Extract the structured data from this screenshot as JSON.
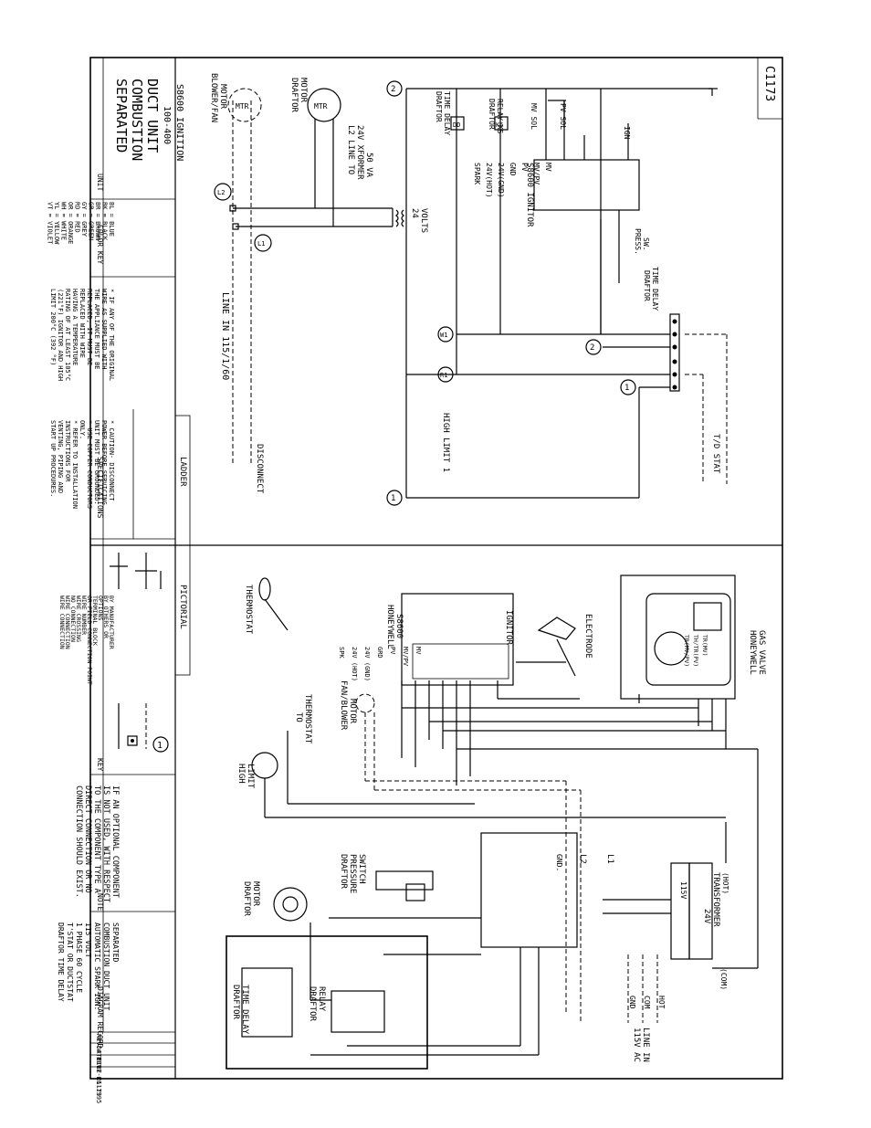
{
  "title_block": {
    "unit_title": [
      "SEPARATED",
      "COMBUSTION",
      "DUCT UNIT"
    ],
    "unit_models": "100-400",
    "unit_ignition": "S8600 IGNITION",
    "unit_label": "UNIT",
    "drawing_number": "C1173"
  },
  "color_key": {
    "label": "COLOR KEY",
    "entries": [
      "BL = BLUE",
      "BK = BLACK",
      "BR = BROWN",
      "GR = GREEN",
      "GY = GREY",
      "RD = RED",
      "OR = ORANGE",
      "WH = WHITE",
      "YL = YELLOW",
      "VT = VIOLET"
    ]
  },
  "specifications": {
    "label": "SPECIFICATIONS",
    "left_notes": [
      "* CAUTION- DISCONNECT",
      "  POWER BEFORE SERVICING",
      "  UNIT MUST BE GROUNDED.",
      "* USE COPPER CONDUCTORS",
      "  ONLY.",
      "* REFER TO INSTALLATION",
      "  INSTRUCTIONS FOR",
      "  VENTING, PIPING AND",
      "  START UP PROCEDURES."
    ],
    "right_notes": [
      "* IF ANY OF THE ORIGINAL",
      "  WIRE AS SUPPLIED WITH",
      "  THE APPLIANCE MUST BE",
      "  REPLACED, IT MUST BE",
      "  REPLACED WITH WIRE",
      "  HAVING A TEMPERATURE",
      "  RATING OF AT LEAST 105°C",
      "  (221°F) IGNITOR AND HIGH",
      "  LIMIT 200°C (392 °F)"
    ]
  },
  "key": {
    "label": "KEY",
    "entries": [
      "BY MANUFACTURER",
      "BY OTHERS OR",
      "OPTIONS",
      "TERMINAL BLOCK",
      "OR FIELD CONNECTION POINT",
      "WIRE NUMBER",
      "WIRE CROSSING",
      "NO CONNECTION",
      "WIRE CONNECTION",
      "WIRE CONNECTION"
    ]
  },
  "note": {
    "label": "NOTE",
    "lines": [
      "IF AN OPTIONAL COMPONENT",
      "IS NOT USED, WITH RESPECT",
      "TO THE COMPONENT TYPE A",
      "DIRECT CONNECTION OR NO",
      "CONNECTION SHOULD EXIST."
    ]
  },
  "diagram_record": {
    "label": "DIAGRAM RECORD",
    "lines": [
      "SEPARATED",
      "COMBUSTION DUCT UNIT",
      "AUTOMATIC SPARK IGN.",
      "115 VOLT",
      "1 PHASE 60 CYCLE",
      "T'STAT OR DUCTSTAT",
      "DRAFTOR TIME DELAY"
    ],
    "rev": "REV.#   REV. 0",
    "date": "DATE  07-26-1995",
    "file": "FILE     C1173"
  },
  "ladder": {
    "label": "LADDER",
    "line_in": "LINE IN 115/1/60",
    "disconnect": "DISCONNECT",
    "blower_motor": [
      "BLOWER/FAN",
      "MOTOR"
    ],
    "draftor_motor": [
      "DRAFTOR",
      "MOTOR"
    ],
    "mtr": "MTR",
    "xformer": [
      "L2  LINE TO",
      "24V XFORMER",
      "50 VA"
    ],
    "volts": [
      "24",
      "VOLTS"
    ],
    "time_delay": [
      "DRAFTOR",
      "TIME DELAY"
    ],
    "relay": [
      "DRAFTOR",
      "RELAY K5"
    ],
    "ignitor": "S8600 IGNITOR",
    "ignitor_terms": [
      "MV",
      "MV/PV",
      "PV",
      "GND",
      "24V(GND)",
      "24V(HOT)",
      "SPARK"
    ],
    "mv_sol": "MV SOL",
    "pv_sol": "PV SOL",
    "ign": "IGN",
    "press_sw": [
      "PRESS.",
      "SW."
    ],
    "draftor_td": [
      "DRAFTOR",
      "TIME DELAY"
    ],
    "high_limit": "HIGH LIMIT 1",
    "td_stat": "T/D STAT",
    "wire_numbers": [
      "1",
      "2",
      "L1",
      "L2",
      "R1",
      "W1"
    ]
  },
  "pictorial": {
    "label": "PICTORIAL",
    "thermostat": "THERMOSTAT",
    "to_thermostat": [
      "TO",
      "THERMOSTAT"
    ],
    "fan_motor": [
      "FAN/BLOWER",
      "MOTOR"
    ],
    "high_limit": [
      "HIGH",
      "LIMIT"
    ],
    "honeywell_s8600": [
      "HONEYWELL",
      "S8600"
    ],
    "s8600_terms": [
      "MV",
      "MV/PV",
      "PV",
      "GRD",
      "24V (GND)",
      "24V (HOT)",
      "SPK"
    ],
    "ignitor": "IGNITOR",
    "electrode": "ELECTRODE",
    "gas_valve": [
      "HONEYWELL",
      "GAS VALVE"
    ],
    "gas_valve_terms": [
      "TR(MV)",
      "TH/TR(PV)",
      "TR(MV/PV)"
    ],
    "draftor_motor": [
      "DRAFTOR",
      "MOTOR"
    ],
    "pressure_switch": [
      "DRAFTOR",
      "PRESSURE",
      "SWITCH"
    ],
    "draftor_time_delay": [
      "DRAFTOR",
      "TIME DELAY"
    ],
    "draftor_relay": [
      "DRAFTOR",
      "RELAY"
    ],
    "transformer": [
      "24V",
      "TRANSFORMER"
    ],
    "transformer_hot": "(HOT)",
    "transformer_com": "(COM)",
    "transformer_115": "115V",
    "line_in": [
      "115V AC",
      "LINE IN"
    ],
    "gnd_com_hot": [
      "GND",
      "COM",
      "HOT"
    ],
    "gnd": "GND.",
    "l1": "L1",
    "l2": "L2"
  }
}
